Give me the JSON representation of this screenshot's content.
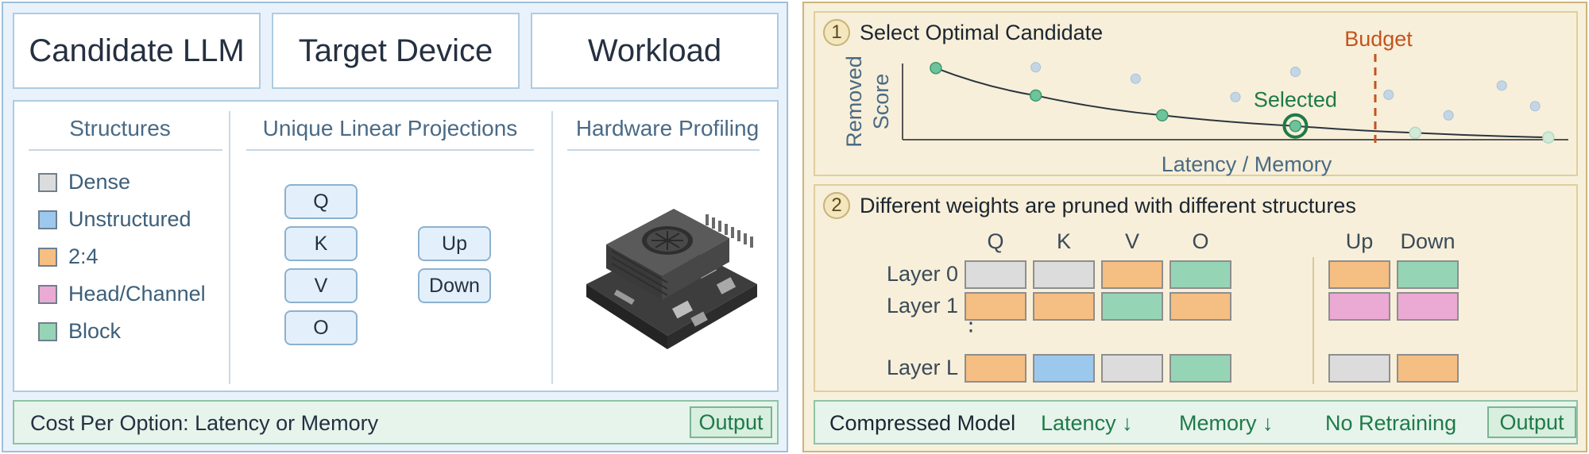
{
  "inputs": {
    "candidate_llm": "Candidate LLM",
    "target_device": "Target Device",
    "workload": "Workload"
  },
  "structures": {
    "title": "Structures",
    "items": [
      {
        "label": "Dense",
        "color": "#dcdcdc"
      },
      {
        "label": "Unstructured",
        "color": "#9cc8ee"
      },
      {
        "label": "2:4",
        "color": "#f5be82"
      },
      {
        "label": "Head/Channel",
        "color": "#eaaad4"
      },
      {
        "label": "Block",
        "color": "#96d4b6"
      }
    ]
  },
  "projections": {
    "title": "Unique Linear Projections",
    "attention": [
      "Q",
      "K",
      "V",
      "O"
    ],
    "mlp": [
      "Up",
      "Down"
    ]
  },
  "hardware": {
    "title": "Hardware Profiling",
    "image": "board-device-icon"
  },
  "cost_bar": {
    "text": "Cost Per Option: Latency or Memory",
    "output": "Output"
  },
  "step1": {
    "number": "1",
    "title": "Select Optimal Candidate",
    "budget_label": "Budget",
    "selected_label": "Selected"
  },
  "chart_data": {
    "type": "scatter",
    "xlabel": "Latency / Memory",
    "ylabel_lines": [
      "Removed",
      "Score"
    ],
    "pareto": [
      {
        "x": 0.05,
        "y": 0.94
      },
      {
        "x": 0.2,
        "y": 0.58
      },
      {
        "x": 0.39,
        "y": 0.32
      },
      {
        "x": 0.59,
        "y": 0.18
      },
      {
        "x": 0.77,
        "y": 0.09
      },
      {
        "x": 0.97,
        "y": 0.03
      }
    ],
    "others": [
      {
        "x": 0.2,
        "y": 0.95
      },
      {
        "x": 0.35,
        "y": 0.8
      },
      {
        "x": 0.5,
        "y": 0.56
      },
      {
        "x": 0.59,
        "y": 0.89
      },
      {
        "x": 0.73,
        "y": 0.59
      },
      {
        "x": 0.82,
        "y": 0.32
      },
      {
        "x": 0.9,
        "y": 0.71
      },
      {
        "x": 0.95,
        "y": 0.44
      }
    ],
    "selected": {
      "x": 0.59,
      "y": 0.18
    },
    "budget_x": 0.71,
    "colors": {
      "pareto": "#6fc39c",
      "others": "#c3d6e6",
      "budget": "#c4541e",
      "selected": "#1f7a48"
    }
  },
  "step2": {
    "number": "2",
    "title": "Different weights are pruned with different structures",
    "columns": [
      "Q",
      "K",
      "V",
      "O",
      "Up",
      "Down"
    ],
    "rows": [
      {
        "label": "Layer 0",
        "cells": [
          "dense",
          "dense",
          "24",
          "block",
          "24",
          "block"
        ]
      },
      {
        "label": "Layer 1",
        "cells": [
          "24",
          "24",
          "block",
          "24",
          "head",
          "head"
        ]
      },
      {
        "label": "Layer L",
        "cells": [
          "24",
          "unstructured",
          "dense",
          "block",
          "dense",
          "24"
        ]
      }
    ],
    "vdots": "⋮",
    "colors": {
      "dense": "#dcdcdc",
      "unstructured": "#9cc8ee",
      "24": "#f5be82",
      "head": "#eaaad4",
      "block": "#96d4b6"
    }
  },
  "compressed": {
    "label": "Compressed Model",
    "latency": "Latency ↓",
    "memory": "Memory ↓",
    "no_retraining": "No Retraining",
    "output": "Output"
  }
}
